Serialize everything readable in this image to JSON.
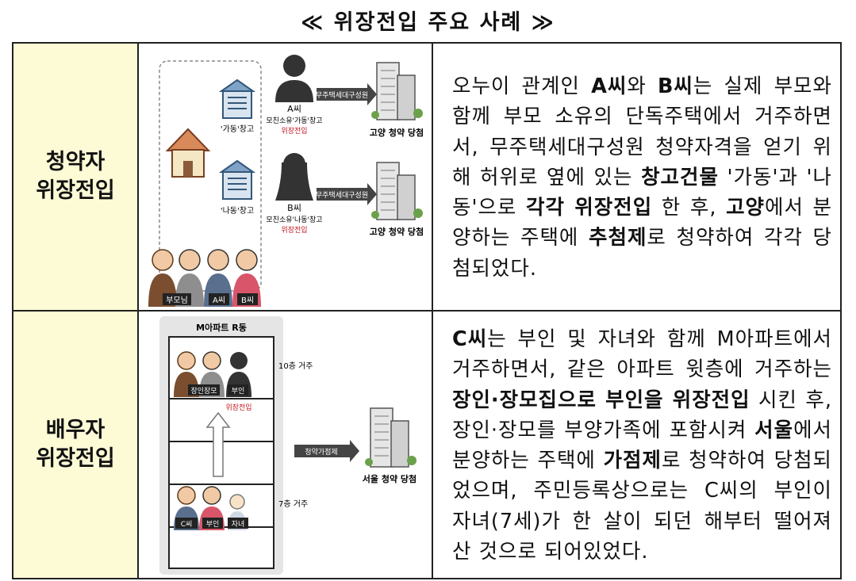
{
  "title": "≪ 위장전입 주요 사례 ≫",
  "case1": {
    "label_line1": "청약자",
    "label_line2": "위장전입",
    "illus": {
      "warehouse_a": "'가동'창고",
      "warehouse_b": "'나동'창고",
      "arrow_label": "무주택세대구성원",
      "person_a": "A씨",
      "person_a_note": "모친소유'가동'창고",
      "person_b": "B씨",
      "person_b_note": "모친소유'나동'창고",
      "moved_label": "위장전입",
      "win_label": "고양 청약 당첨",
      "family_parents": "부모님",
      "family_a": "A씨",
      "family_b": "B씨"
    },
    "desc": [
      {
        "t": "오누이 관계인 "
      },
      {
        "t": "A씨",
        "b": true
      },
      {
        "t": "와 "
      },
      {
        "t": "B씨",
        "b": true
      },
      {
        "t": "는 실제 부모와 함께 부모 소유의 단독주택에서 거주하면서, 무주택세대구성원 청약자격을 얻기 위해 허위로 옆에 있는 "
      },
      {
        "t": "창고건물",
        "b": true
      },
      {
        "t": " '가동'과 '나동'으로 "
      },
      {
        "t": "각각 위장전입",
        "b": true
      },
      {
        "t": " 한 후, "
      },
      {
        "t": "고양",
        "b": true
      },
      {
        "t": "에서 분양하는 주택에 "
      },
      {
        "t": "추첨제",
        "b": true
      },
      {
        "t": "로 청약하여 각각 당첨되었다."
      }
    ]
  },
  "case2": {
    "label_line1": "배우자",
    "label_line2": "위장전입",
    "illus": {
      "building": "M아파트 R동",
      "floor_10": "10층 거주",
      "floor_7": "7층 거주",
      "in_laws": "장인장모",
      "wife_top": "부인",
      "moved_label": "위장전입",
      "arrow_label": "청약가점제",
      "win_label": "서울 청약 당첨",
      "c": "C씨",
      "wife": "부인",
      "child": "자녀"
    },
    "desc": [
      {
        "t": "C씨",
        "b": true
      },
      {
        "t": "는 부인 및 자녀와 함께 M아파트에서 거주하면서, 같은 아파트 윗층에 거주하는 "
      },
      {
        "t": "장인·장모집으로 부인을 위장전입",
        "b": true
      },
      {
        "t": " 시킨 후, 장인·장모를 부양가족에 포함시켜 "
      },
      {
        "t": "서울",
        "b": true
      },
      {
        "t": "에서 분양하는 주택에 "
      },
      {
        "t": "가점제",
        "b": true
      },
      {
        "t": "로 청약하여 당첨되었으며, 주민등록상으로는 C씨의 부인이 자녀(7세)가 한 살이 되던 해부터 떨어져 산 것으로 되어있었다."
      }
    ]
  }
}
